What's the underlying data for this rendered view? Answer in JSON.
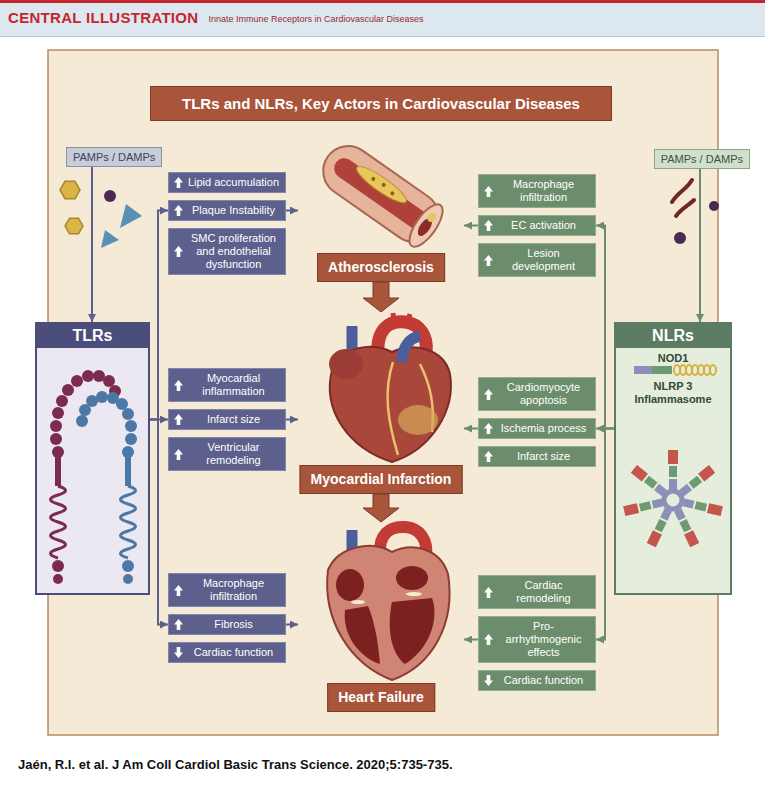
{
  "diagram": {
    "title": "TLRs and NLRs, Key Actors in Cardiovascular Diseases",
    "caption": "Jaén, R.I. et al. J Am Coll Cardiol Basic Trans Science. 2020;5:735-735.",
    "nodes": [
      {
        "text": [
          "PAMPs / DAMPs"
        ]
      },
      {
        "text": [
          "PAMPs / DAMPs"
        ]
      },
      {
        "text": [
          "Lipid accumulation"
        ]
      },
      {
        "text": [
          "Plaque Instability"
        ]
      },
      {
        "text": [
          "SMC proliferation and endothelial dysfunction"
        ]
      },
      {
        "text": [
          "Macrophage infiltration"
        ]
      },
      {
        "text": [
          "EC activation"
        ]
      },
      {
        "text": [
          "Lesion development"
        ]
      },
      {
        "text": [
          "Atherosclerosis"
        ]
      },
      {
        "text": [
          "TLRs"
        ]
      },
      {
        "text": [
          "NLRs",
          "NOD1",
          "NLRP 3 Inflammasome"
        ]
      },
      {
        "text": [
          "Myocardial inflammation"
        ]
      },
      {
        "text": [
          "Infarct size"
        ]
      },
      {
        "text": [
          "Ventricular remodeling"
        ]
      },
      {
        "text": [
          "Cardiomyocyte apoptosis"
        ]
      },
      {
        "text": [
          "Ischemia process"
        ]
      },
      {
        "text": [
          "Infarct size"
        ]
      },
      {
        "text": [
          "Myocardial Infarction"
        ]
      },
      {
        "text": [
          "Macrophage infiltration"
        ]
      },
      {
        "text": [
          "Fibrosis"
        ]
      },
      {
        "text": [
          "Cardiac function"
        ]
      },
      {
        "text": [
          "Cardiac remodeling"
        ]
      },
      {
        "text": [
          "Pro-arrhythmogenic effects"
        ]
      },
      {
        "text": [
          "Cardiac function"
        ]
      },
      {
        "text": [
          "Heart Failure"
        ]
      }
    ],
    "edges": [
      {
        "from": 0,
        "to": 9,
        "arrow": "to"
      },
      {
        "from": 1,
        "to": 10,
        "arrow": "to"
      },
      {
        "from": 9,
        "to": 3,
        "arrow": "to"
      },
      {
        "from": 9,
        "to": 12,
        "arrow": "to"
      },
      {
        "from": 9,
        "to": 19,
        "arrow": "to"
      },
      {
        "from": 10,
        "to": 6,
        "arrow": "to"
      },
      {
        "from": 10,
        "to": 15,
        "arrow": "to"
      },
      {
        "from": 10,
        "to": 22,
        "arrow": "to"
      },
      {
        "from": 3,
        "to": 8,
        "arrow": "to"
      },
      {
        "from": 6,
        "to": 8,
        "arrow": "to"
      },
      {
        "from": 12,
        "to": 17,
        "arrow": "to"
      },
      {
        "from": 15,
        "to": 17,
        "arrow": "to"
      },
      {
        "from": 19,
        "to": 24,
        "arrow": "to"
      },
      {
        "from": 22,
        "to": 24,
        "arrow": "to"
      },
      {
        "from": 8,
        "to": 17,
        "arrow": "to"
      },
      {
        "from": 17,
        "to": 24,
        "arrow": "to"
      }
    ],
    "labels": [
      "CENTRAL ILLUSTRATION",
      "Innate Immune Receptors in Cardiovascular Diseases"
    ]
  }
}
